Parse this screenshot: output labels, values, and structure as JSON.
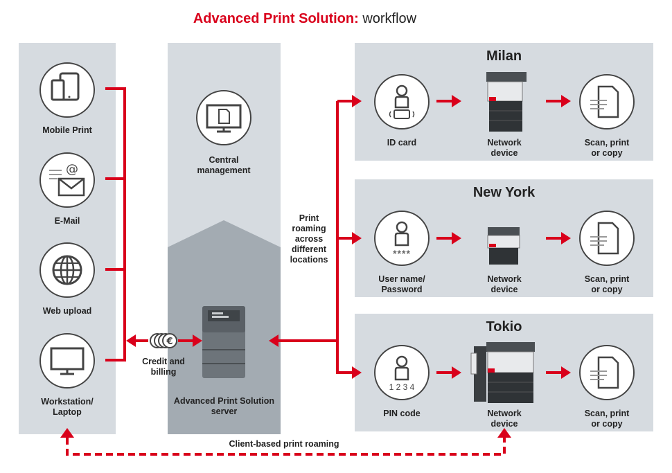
{
  "title": {
    "part1": "Advanced Print Solution:",
    "part2": "workflow"
  },
  "inputs": [
    {
      "label": "Mobile Print",
      "icon": "tablet-phone-icon"
    },
    {
      "label": "E-Mail",
      "icon": "envelope-icon"
    },
    {
      "label": "Web upload",
      "icon": "globe-icon"
    },
    {
      "label": "Workstation/\nLaptop",
      "icon": "monitor-icon"
    }
  ],
  "center": {
    "central_label": "Central\nmanagement",
    "server_label": "Advanced Print Solution\nserver",
    "billing_label": "Credit and\nbilling"
  },
  "roaming_label": "Print\nroaming\nacross\ndifferent\nlocations",
  "client_roaming_label": "Client-based print roaming",
  "locations": [
    {
      "name": "Milan",
      "auth_label": "ID card",
      "device_label": "Network\ndevice",
      "output_label": "Scan, print\nor copy"
    },
    {
      "name": "New York",
      "auth_label": "User name/\nPassword",
      "auth_text": "****",
      "device_label": "Network\ndevice",
      "output_label": "Scan, print\nor copy"
    },
    {
      "name": "Tokio",
      "auth_label": "PIN code",
      "auth_text": "1 2 3 4",
      "device_label": "Network\ndevice",
      "output_label": "Scan, print\nor copy"
    }
  ],
  "colors": {
    "accent": "#d9001b",
    "panel": "#d6dbe0",
    "server_area": "#a3abb2"
  }
}
